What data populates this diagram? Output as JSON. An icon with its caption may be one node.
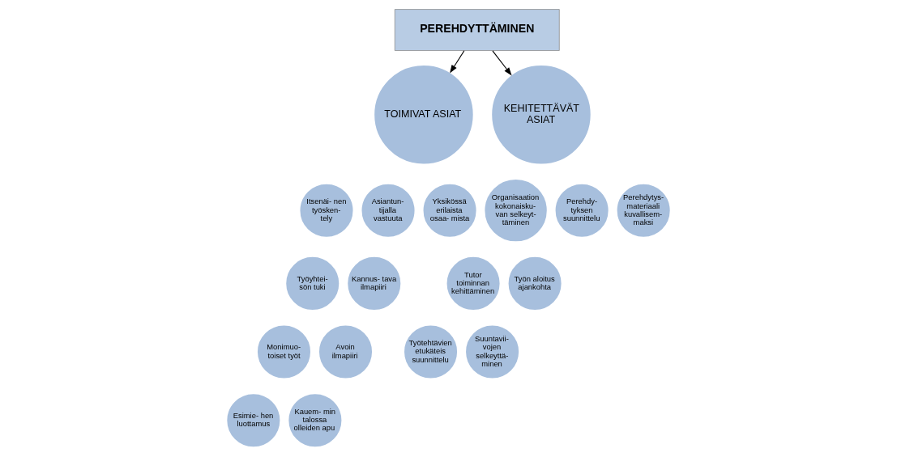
{
  "diagram": {
    "nodes": [
      {
        "text": [
          "PEREHDYTTÄMINEN"
        ]
      },
      {
        "text": [
          "TOIMIVAT ASIAT"
        ]
      },
      {
        "text": [
          "Itsenäi- nen työsken- tely"
        ]
      },
      {
        "text": [
          "Asiantun- tijalla vastuuta"
        ]
      },
      {
        "text": [
          "Työyhtei- sön tuki"
        ]
      },
      {
        "text": [
          "Monimuo- toiset työt"
        ]
      },
      {
        "text": [
          "Esimie- hen luottamus"
        ]
      },
      {
        "text": [
          "Kauem- min talossa olleiden apu"
        ]
      },
      {
        "text": [
          "Avoin ilmapiiri"
        ]
      },
      {
        "text": [
          "Kannus- tava ilmapiiri"
        ]
      },
      {
        "text": [
          "Yksikössä erilaista osaa- mista"
        ]
      },
      {
        "text": [
          "KEHITETTÄVÄT ASIAT"
        ]
      },
      {
        "text": [
          "Organisaation kokonaisku- van selkeyt- täminen"
        ]
      },
      {
        "text": [
          "Perehdy- tyksen suunnittelu"
        ]
      },
      {
        "text": [
          "Tutor toiminnan kehittäminen"
        ]
      },
      {
        "text": [
          "Työtehtävien etukäteis suunnittelu"
        ]
      },
      {
        "text": [
          "Suuntavii- vojen selkeyttä- minen"
        ]
      },
      {
        "text": [
          "Työn aloitus ajankohta"
        ]
      },
      {
        "text": [
          "Perehdytys- materiaali kuvallisem- maksi"
        ]
      }
    ],
    "edges": [
      {
        "from": 0,
        "to": 1,
        "arrow": "to"
      },
      {
        "from": 0,
        "to": 11,
        "arrow": "to"
      }
    ]
  }
}
